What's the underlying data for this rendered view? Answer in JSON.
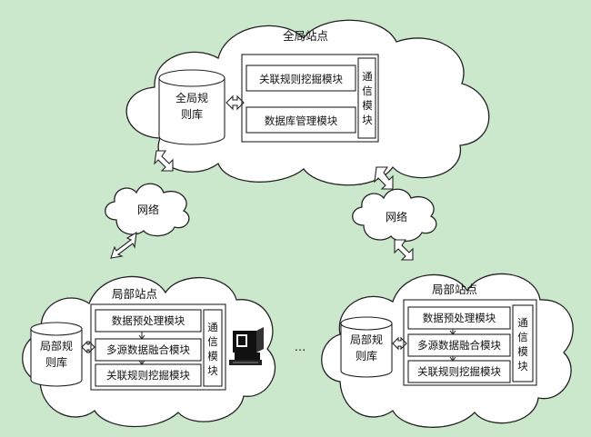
{
  "global_site": {
    "title": "全局站点",
    "db_label": [
      "全局规",
      "则库"
    ],
    "modules": [
      "关联规则挖掘模块",
      "数据库管理模块"
    ],
    "comm_module": [
      "通",
      "信",
      "模",
      "块"
    ]
  },
  "network": {
    "left_label": "网络",
    "right_label": "网络"
  },
  "local_site_left": {
    "title": "局部站点",
    "db_label": [
      "局部规",
      "则库"
    ],
    "modules": [
      "数据预处理模块",
      "多源数据融合模块",
      "关联规则挖掘模块"
    ],
    "comm_module": [
      "通",
      "信",
      "模",
      "块"
    ]
  },
  "local_site_right": {
    "title": "局部站点",
    "db_label": [
      "局部规",
      "则库"
    ],
    "modules": [
      "数据预处理模块",
      "多源数据融合模块",
      "关联规则挖掘模块"
    ],
    "comm_module": [
      "通",
      "信",
      "模",
      "块"
    ]
  },
  "ellipsis": "…",
  "icons": {
    "terminal": "computer-terminal-icon",
    "database": "database-cylinder-icon",
    "link": "bidirectional-arrow-icon"
  },
  "colors": {
    "background": "#cce8cc",
    "cloud_fill": "#ffffff",
    "stroke": "#222222"
  }
}
